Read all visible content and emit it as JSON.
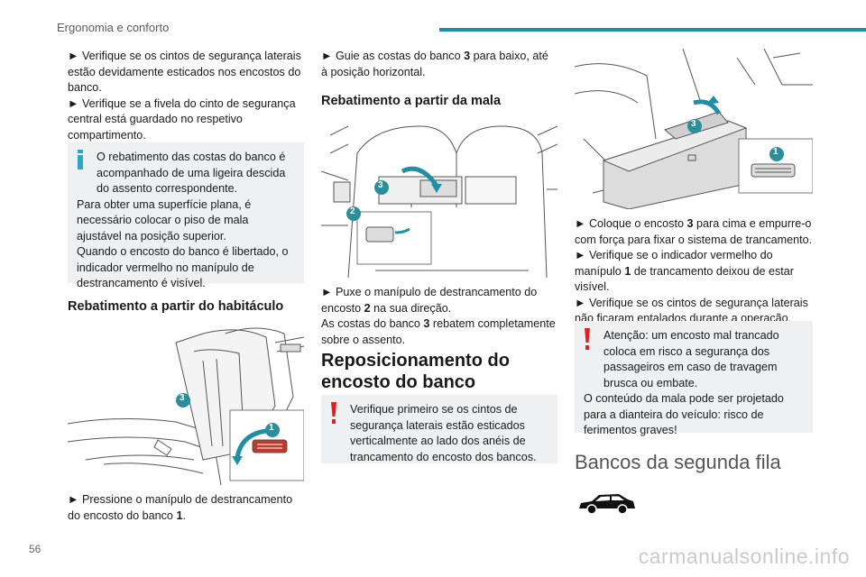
{
  "header": {
    "section_title": "Ergonomia e conforto"
  },
  "page_number": "56",
  "watermark": "carmanualsonline.info",
  "col1": {
    "intro_lines": [
      "► Verifique se os cintos de segurança laterais estão devidamente esticados nos encostos do banco.",
      "► Verifique se a fivela do cinto de segurança central está guardado no respetivo compartimento."
    ],
    "info_note": {
      "first": "O rebatimento das costas do banco é acompanhado de uma ligeira descida do assento correspondente.",
      "second": "Para obter uma superfície plana, é necessário colocar o piso de mala ajustável na posição superior.",
      "third": "Quando o encosto do banco é libertado, o indicador vermelho no manípulo de destrancamento é visível."
    },
    "heading": "Rebatimento a partir do habitáculo",
    "step": "► Pressione o manípulo de destrancamento do encosto do banco ",
    "step_ref": "1",
    "step_end": "."
  },
  "col2": {
    "top_step_pre": "► Guie as costas do banco ",
    "top_step_ref": "3",
    "top_step_post": " para baixo, até à posição horizontal.",
    "heading": "Rebatimento a partir da mala",
    "step_pre": "► Puxe o manípulo de destrancamento do encosto ",
    "step_ref": "2",
    "step_post": " na sua direção.",
    "result_pre": "As costas do banco ",
    "result_ref": "3",
    "result_post": " rebatem completamente sobre o assento.",
    "big_heading": "Reposicionamento do encosto do banco",
    "warn_note": "Verifique primeiro se os cintos de segurança laterais estão esticados verticalmente ao lado dos anéis de trancamento do encosto dos bancos."
  },
  "col3": {
    "s1_pre": "► Coloque o encosto ",
    "s1_ref": "3",
    "s1_post": " para cima e empurre-o com força para fixar o sistema de trancamento.",
    "s2_pre": "► Verifique se o indicador vermelho do manípulo ",
    "s2_ref": "1",
    "s2_post": " de trancamento deixou de estar visível.",
    "s3": "► Verifique se os cintos de segurança laterais não ficaram entalados durante a operação.",
    "warn_first": "Atenção: um encosto mal trancado coloca em risco a segurança dos passageiros em caso de travagem brusca ou embate.",
    "warn_second": "O conteúdo da mala pode ser projetado para a dianteira do veículo: risco de ferimentos graves!",
    "section_heading": "Bancos da segunda fila"
  },
  "figures": {
    "badge_1": "1",
    "badge_2": "2",
    "badge_3": "3"
  },
  "colors": {
    "accent": "#1f8fa3",
    "badge": "#2a8f9a",
    "info": "#2ea6c9",
    "warning": "#e02020",
    "note_bg": "#eef0f1"
  }
}
